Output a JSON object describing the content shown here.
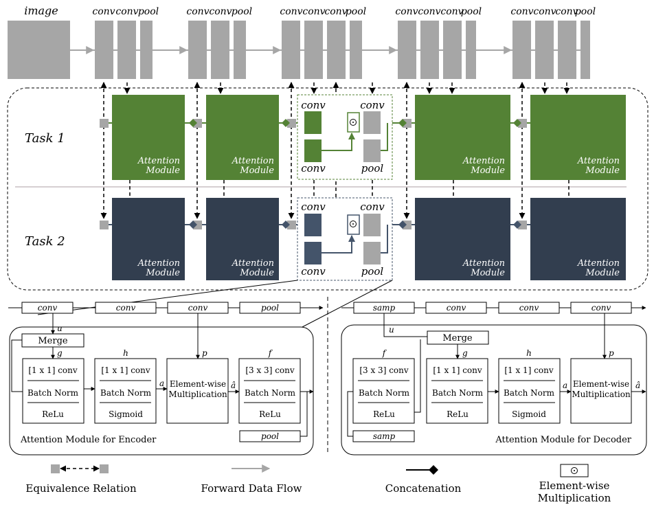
{
  "top": {
    "image": "image",
    "conv": "conv",
    "pool": "pool"
  },
  "tasks": {
    "task1": "Task 1",
    "task2": "Task 2",
    "attention_line1": "Attention",
    "attention_line2": "Module",
    "conv": "conv",
    "pool": "pool"
  },
  "encoder": {
    "title": "Attention Module for Encoder",
    "row": [
      "conv",
      "conv",
      "conv",
      "pool"
    ],
    "merge": "Merge",
    "u": "u",
    "g": "g",
    "h": "h",
    "p": "p",
    "f": "f",
    "a": "a",
    "ahat": "â",
    "block_f_top": "[1 x 1] conv",
    "block_f_mid": "Batch Norm",
    "block_f_bot": "ReLu",
    "block_h_top": "[1 x 1] conv",
    "block_h_mid": "Batch Norm",
    "block_h_bot": "Sigmoid",
    "ewm_1": "Element-wise",
    "ewm_2": "Multiplication",
    "block_out_top": "[3 x 3] conv",
    "block_out_mid": "Batch Norm",
    "block_out_bot": "ReLu",
    "pool": "pool"
  },
  "decoder": {
    "title": "Attention Module for Decoder",
    "row": [
      "samp",
      "conv",
      "conv",
      "conv"
    ],
    "merge": "Merge",
    "u": "u",
    "g": "g",
    "h": "h",
    "p": "p",
    "f": "f",
    "a": "a",
    "ahat": "â",
    "block_f_top": "[3 x 3] conv",
    "block_f_mid": "Batch Norm",
    "block_f_bot": "ReLu",
    "block_g_top": "[1 x 1] conv",
    "block_g_mid": "Batch Norm",
    "block_g_bot": "ReLu",
    "block_h_top": "[1 x 1] conv",
    "block_h_mid": "Batch Norm",
    "block_h_bot": "Sigmoid",
    "ewm_1": "Element-wise",
    "ewm_2": "Multiplication",
    "samp": "samp"
  },
  "legend": {
    "equivalence": "Equivalence Relation",
    "forward": "Forward Data Flow",
    "concat": "Concatenation",
    "ewm_1": "Element-wise",
    "ewm_2": "Multiplication"
  },
  "colors": {
    "gray": "#a6a6a6",
    "green": "#548235",
    "navy": "#323e4f",
    "navy_light": "#44546a"
  }
}
